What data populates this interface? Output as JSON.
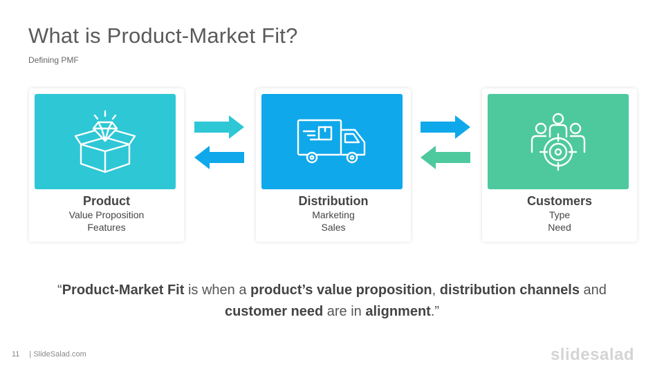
{
  "slide": {
    "title": "What is Product-Market Fit?",
    "subtitle": "Defining  PMF"
  },
  "colors": {
    "product": "#2ec7d6",
    "distribution": "#0fa8ea",
    "customers": "#4ec99e"
  },
  "cards": {
    "product": {
      "name": "Product",
      "line1": "Value Proposition",
      "line2": "Features",
      "icon": "diamond-box-icon"
    },
    "distribution": {
      "name": "Distribution",
      "line1": "Marketing",
      "line2": "Sales",
      "icon": "delivery-truck-icon"
    },
    "customers": {
      "name": "Customers",
      "line1": "Type",
      "line2": "Need",
      "icon": "target-audience-icon"
    }
  },
  "quote": {
    "open": "“",
    "p1": "Product-Market  Fit",
    "t1": " is when a ",
    "p2": "product’s value proposition",
    "t2": ", ",
    "p3": "distribution channels",
    "t3": " and ",
    "p4": "customer need",
    "t4": " are in ",
    "p5": "alignment",
    "close": ".”"
  },
  "footer": {
    "page_number": "11",
    "site": "| SlideSalad.com",
    "brand": "slidesalad"
  }
}
